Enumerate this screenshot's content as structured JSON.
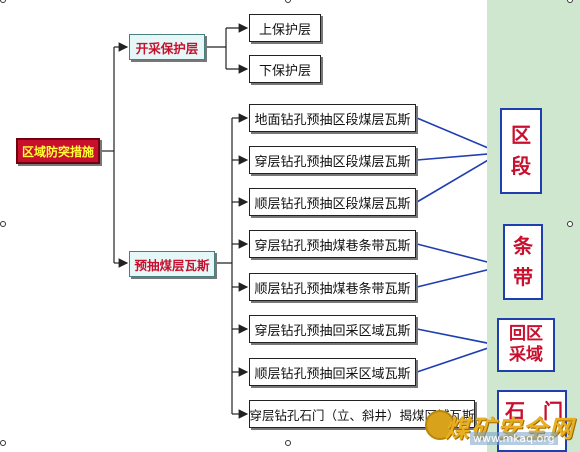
{
  "root": {
    "label": "区域防突措施"
  },
  "branches": [
    {
      "label": "开采保护层",
      "children": [
        "上保护层",
        "下保护层"
      ]
    },
    {
      "label": "预抽煤层瓦斯",
      "children": [
        "地面钻孔预抽区段煤层瓦斯",
        "穿层钻孔预抽区段煤层瓦斯",
        "顺层钻孔预抽区段煤层瓦斯",
        "穿层钻孔预抽煤巷条带瓦斯",
        "顺层钻孔预抽煤巷条带瓦斯",
        "穿层钻孔预抽回采区域瓦斯",
        "顺层钻孔预抽回采区域瓦斯",
        "穿层钻孔石门（立、斜井）揭煤区域瓦斯"
      ]
    }
  ],
  "groups": [
    {
      "lines": [
        "区",
        "段"
      ]
    },
    {
      "lines": [
        "条",
        "带"
      ]
    },
    {
      "lines": [
        "回区",
        "采域"
      ]
    },
    {
      "lines": [
        "石",
        "门"
      ]
    }
  ],
  "watermark": {
    "text": "煤矿安全网",
    "url": "www.mkaq.org"
  },
  "colors": {
    "root_fill": "#c8102e",
    "root_text": "#ffff33",
    "mid_fill": "#e6f7f7",
    "group_border": "#1f3fb0",
    "group_text": "#c8102e",
    "line": "#1f3fb0"
  }
}
